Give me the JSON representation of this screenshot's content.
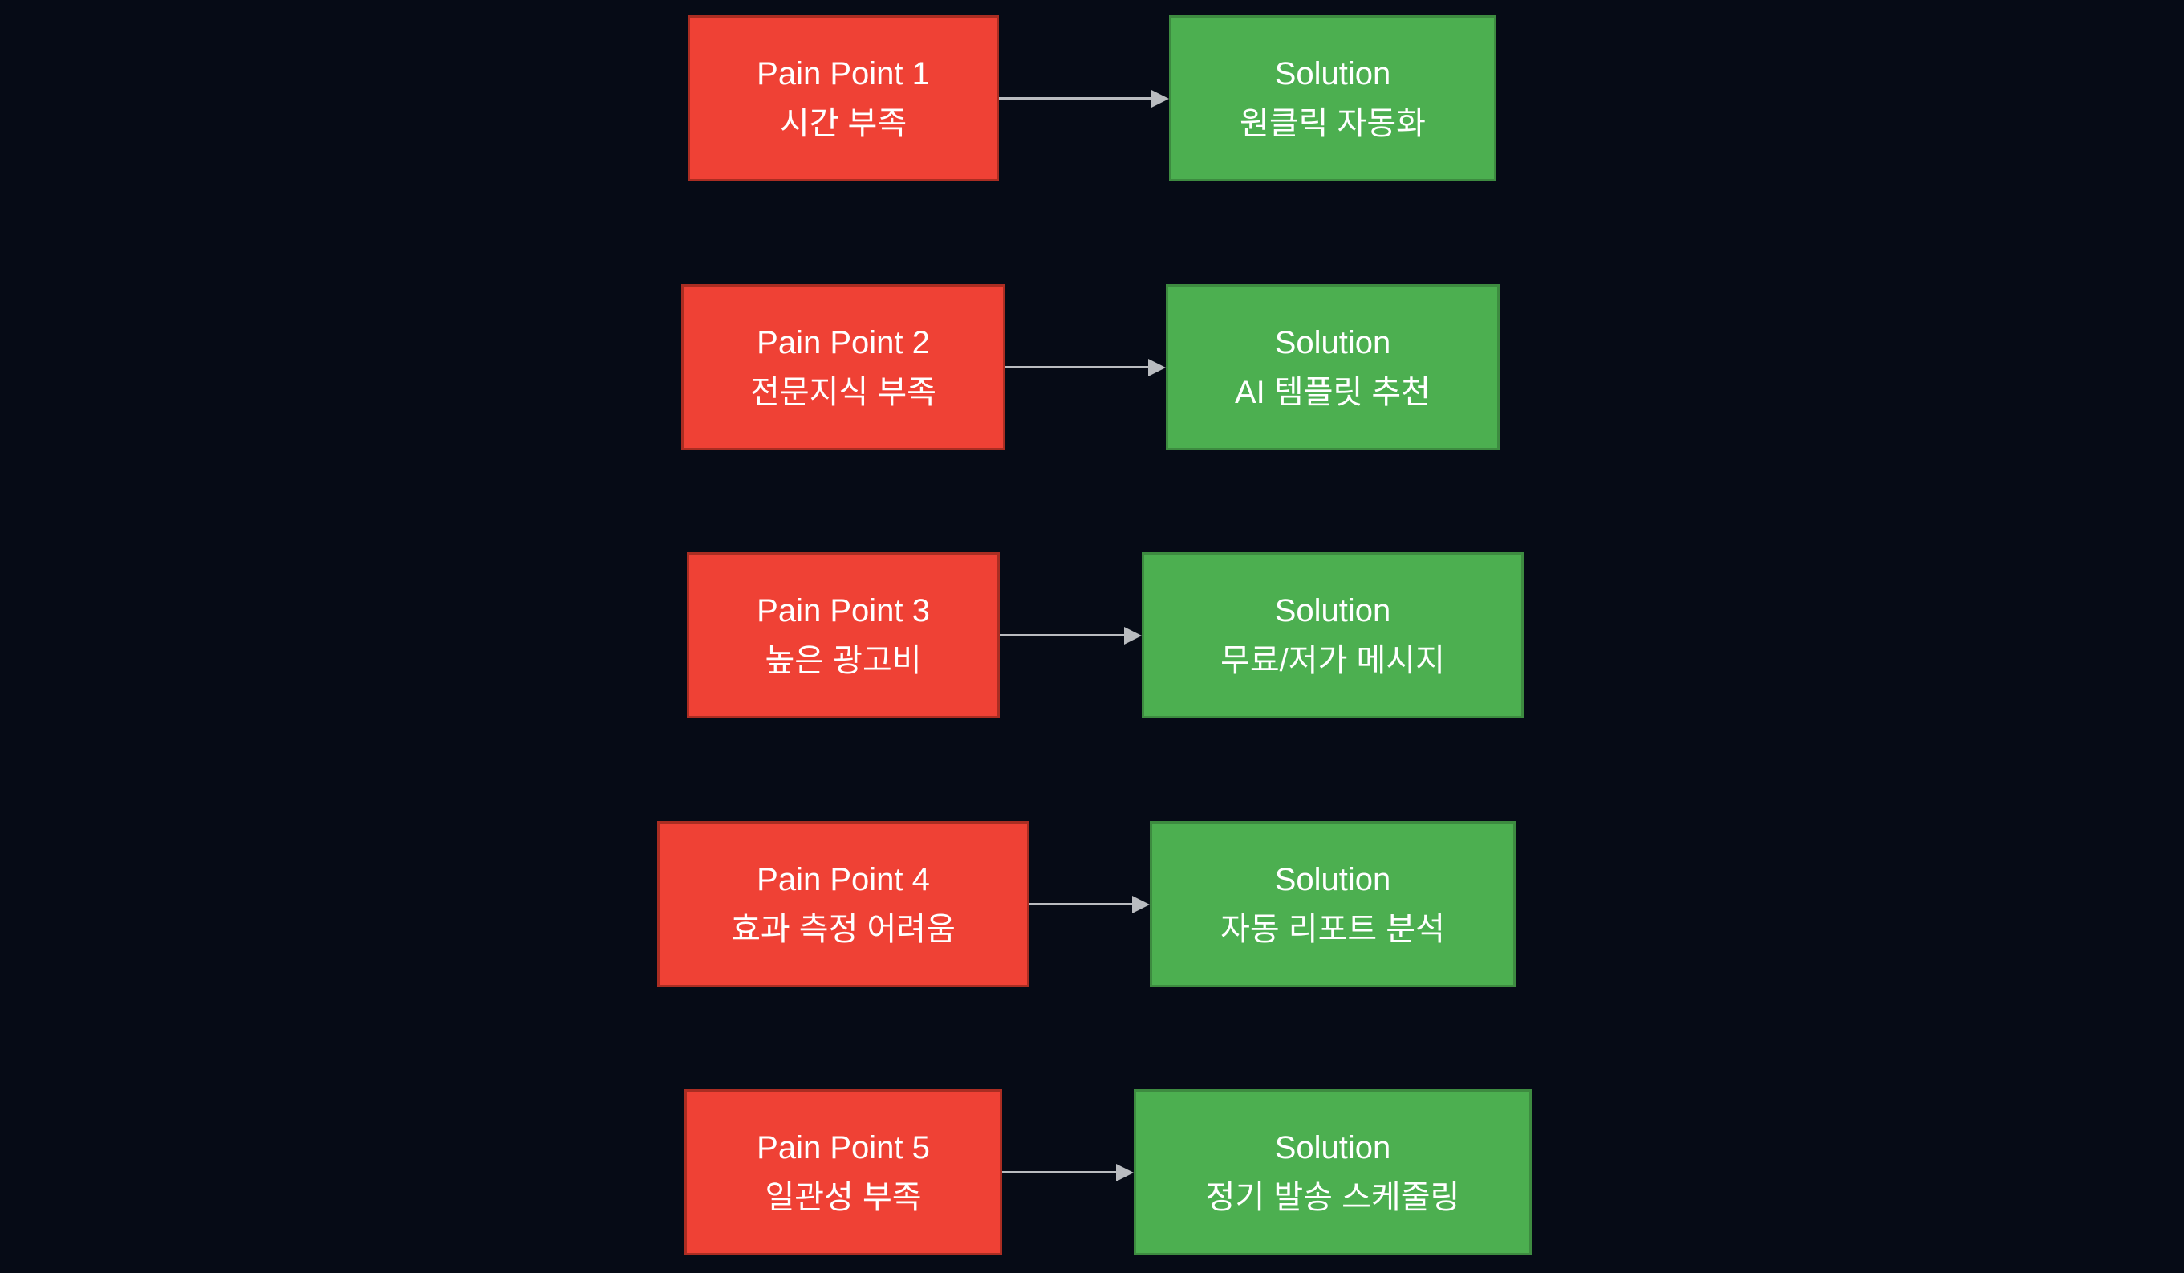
{
  "diagram": {
    "colors": {
      "background": "#060b16",
      "pain_fill": "#ef4135",
      "pain_border": "#aa2d22",
      "solution_fill": "#4caf50",
      "solution_border": "#3d8b40",
      "arrow": "#b9bcc0",
      "text": "#ffffff"
    },
    "rows": [
      {
        "pain_title": "Pain Point 1",
        "pain_desc": "시간 부족",
        "solution_title": "Solution",
        "solution_desc": "원클릭 자동화"
      },
      {
        "pain_title": "Pain Point 2",
        "pain_desc": "전문지식 부족",
        "solution_title": "Solution",
        "solution_desc": "AI 템플릿 추천"
      },
      {
        "pain_title": "Pain Point 3",
        "pain_desc": "높은 광고비",
        "solution_title": "Solution",
        "solution_desc": "무료/저가 메시지"
      },
      {
        "pain_title": "Pain Point 4",
        "pain_desc": "효과 측정 어려움",
        "solution_title": "Solution",
        "solution_desc": "자동 리포트 분석"
      },
      {
        "pain_title": "Pain Point 5",
        "pain_desc": "일관성 부족",
        "solution_title": "Solution",
        "solution_desc": "정기 발송 스케줄링"
      }
    ]
  }
}
